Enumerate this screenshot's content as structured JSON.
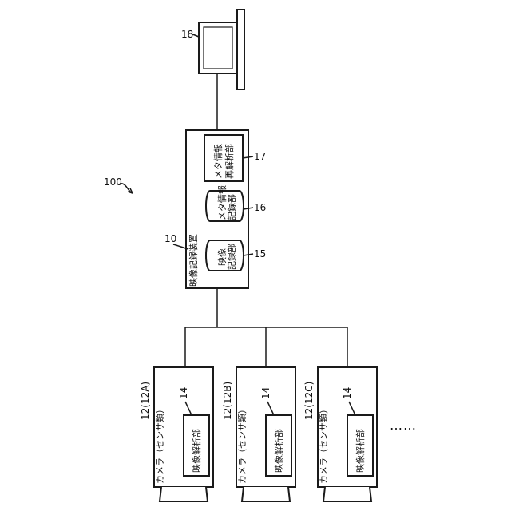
{
  "system": {
    "ref": "100"
  },
  "monitor": {
    "ref": "18"
  },
  "recorder": {
    "ref": "10",
    "title": "映像記録装置",
    "video_storage": {
      "ref": "15",
      "line1": "映像",
      "line2": "記録部"
    },
    "meta_storage": {
      "ref": "16",
      "line1": "メタ情報",
      "line2": "記録部"
    },
    "meta_analyzer": {
      "ref": "17",
      "line1": "メタ情報",
      "line2": "再解析部"
    }
  },
  "cameras": [
    {
      "ref": "12(12A)",
      "label": "カメラ（センサ類）",
      "unit_ref": "14",
      "unit_label": "映像解析部"
    },
    {
      "ref": "12(12B)",
      "label": "カメラ（センサ類）",
      "unit_ref": "14",
      "unit_label": "映像解析部"
    },
    {
      "ref": "12(12C)",
      "label": "カメラ（センサ類）",
      "unit_ref": "14",
      "unit_label": "映像解析部"
    }
  ],
  "more_indicator": "……"
}
